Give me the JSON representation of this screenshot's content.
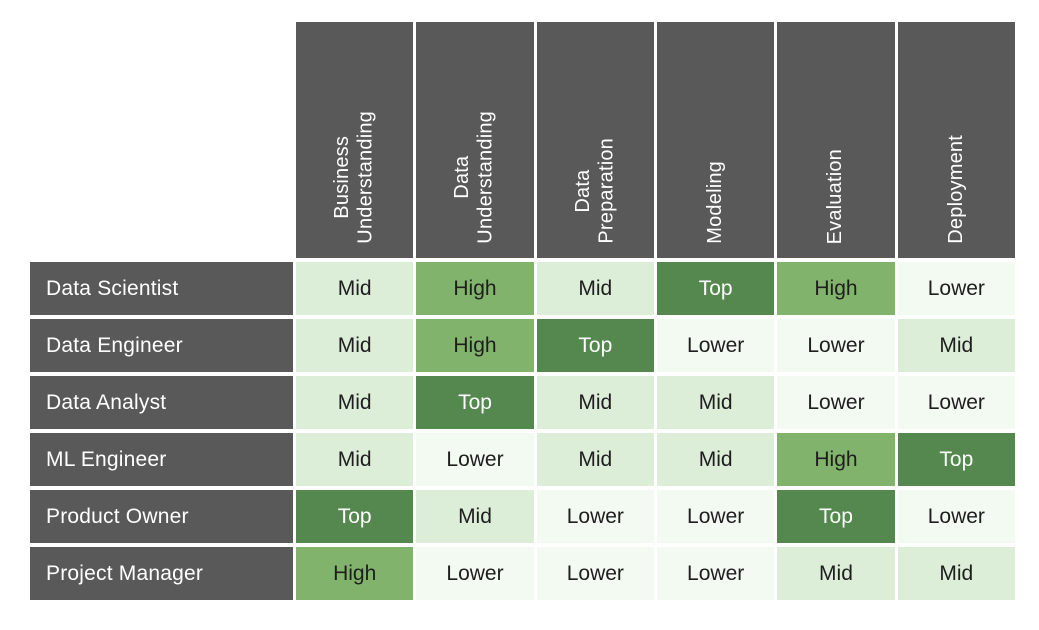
{
  "colors": {
    "header_bg": "#595959",
    "header_text": "#ffffff",
    "top_bg": "#54884F",
    "top_text": "#ffffff",
    "high_bg": "#81B36C",
    "mid_bg": "#DCEDD8",
    "lower_bg": "#F3FAF1",
    "cell_text": "#1E1E1E"
  },
  "chart_data": {
    "type": "heatmap",
    "columns": [
      "Business Understanding",
      "Data Understanding",
      "Data Preparation",
      "Modeling",
      "Evaluation",
      "Deployment"
    ],
    "rows": [
      "Data Scientist",
      "Data Engineer",
      "Data Analyst",
      "ML Engineer",
      "Product Owner",
      "Project Manager"
    ],
    "values": [
      [
        "Mid",
        "High",
        "Mid",
        "Top",
        "High",
        "Lower"
      ],
      [
        "Mid",
        "High",
        "Top",
        "Lower",
        "Lower",
        "Mid"
      ],
      [
        "Mid",
        "Top",
        "Mid",
        "Mid",
        "Lower",
        "Lower"
      ],
      [
        "Mid",
        "Lower",
        "Mid",
        "Mid",
        "High",
        "Top"
      ],
      [
        "Top",
        "Mid",
        "Lower",
        "Lower",
        "Top",
        "Lower"
      ],
      [
        "High",
        "Lower",
        "Lower",
        "Lower",
        "Mid",
        "Mid"
      ]
    ],
    "scale": [
      "Lower",
      "Mid",
      "High",
      "Top"
    ],
    "legend_position": "none",
    "grid": false
  },
  "matrix": {
    "column_headers": [
      {
        "label": "Business\nUnderstanding"
      },
      {
        "label": "Data\nUnderstanding"
      },
      {
        "label": "Data\nPreparation"
      },
      {
        "label": "Modeling"
      },
      {
        "label": "Evaluation"
      },
      {
        "label": "Deployment"
      }
    ],
    "rows": [
      {
        "label": "Data Scientist",
        "cells": [
          "Mid",
          "High",
          "Mid",
          "Top",
          "High",
          "Lower"
        ]
      },
      {
        "label": "Data Engineer",
        "cells": [
          "Mid",
          "High",
          "Top",
          "Lower",
          "Lower",
          "Mid"
        ]
      },
      {
        "label": "Data Analyst",
        "cells": [
          "Mid",
          "Top",
          "Mid",
          "Mid",
          "Lower",
          "Lower"
        ]
      },
      {
        "label": "ML Engineer",
        "cells": [
          "Mid",
          "Lower",
          "Mid",
          "Mid",
          "High",
          "Top"
        ]
      },
      {
        "label": "Product Owner",
        "cells": [
          "Top",
          "Mid",
          "Lower",
          "Lower",
          "Top",
          "Lower"
        ]
      },
      {
        "label": "Project Manager",
        "cells": [
          "High",
          "Lower",
          "Lower",
          "Lower",
          "Mid",
          "Mid"
        ]
      }
    ]
  }
}
